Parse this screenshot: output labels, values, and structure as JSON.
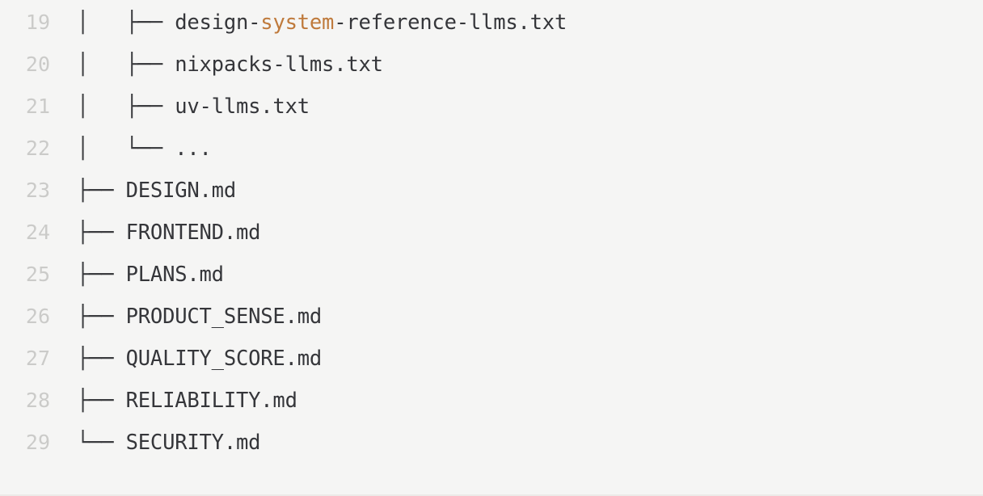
{
  "viewer": {
    "kind": "code-block-tree-listing",
    "background_color": "#f5f5f4",
    "text_color": "#35363a",
    "line_number_color": "#cbcbc9",
    "accent_color": "#bf7a3c",
    "first_line_number": 19,
    "last_line_number": 29,
    "total_visible_lines": 11
  },
  "lines": [
    {
      "number": "19",
      "raw": "│   ├── design-system-reference-llms.txt",
      "tokens": [
        {
          "text": "│   ├── ",
          "style": "tree"
        },
        {
          "text": "design-",
          "style": "plain"
        },
        {
          "text": "system",
          "style": "accent"
        },
        {
          "text": "-reference-llms.txt",
          "style": "plain"
        }
      ]
    },
    {
      "number": "20",
      "raw": "│   ├── nixpacks-llms.txt",
      "tokens": [
        {
          "text": "│   ├── ",
          "style": "tree"
        },
        {
          "text": "nixpacks-llms.txt",
          "style": "plain"
        }
      ]
    },
    {
      "number": "21",
      "raw": "│   ├── uv-llms.txt",
      "tokens": [
        {
          "text": "│   ├── ",
          "style": "tree"
        },
        {
          "text": "uv-llms.txt",
          "style": "plain"
        }
      ]
    },
    {
      "number": "22",
      "raw": "│   └── ...",
      "tokens": [
        {
          "text": "│   └── ",
          "style": "tree"
        },
        {
          "text": "...",
          "style": "plain"
        }
      ]
    },
    {
      "number": "23",
      "raw": "├── DESIGN.md",
      "tokens": [
        {
          "text": "├── ",
          "style": "tree"
        },
        {
          "text": "DESIGN.md",
          "style": "plain"
        }
      ]
    },
    {
      "number": "24",
      "raw": "├── FRONTEND.md",
      "tokens": [
        {
          "text": "├── ",
          "style": "tree"
        },
        {
          "text": "FRONTEND.md",
          "style": "plain"
        }
      ]
    },
    {
      "number": "25",
      "raw": "├── PLANS.md",
      "tokens": [
        {
          "text": "├── ",
          "style": "tree"
        },
        {
          "text": "PLANS.md",
          "style": "plain"
        }
      ]
    },
    {
      "number": "26",
      "raw": "├── PRODUCT_SENSE.md",
      "tokens": [
        {
          "text": "├── ",
          "style": "tree"
        },
        {
          "text": "PRODUCT_SENSE.md",
          "style": "plain"
        }
      ]
    },
    {
      "number": "27",
      "raw": "├── QUALITY_SCORE.md",
      "tokens": [
        {
          "text": "├── ",
          "style": "tree"
        },
        {
          "text": "QUALITY_SCORE.md",
          "style": "plain"
        }
      ]
    },
    {
      "number": "28",
      "raw": "├── RELIABILITY.md",
      "tokens": [
        {
          "text": "├── ",
          "style": "tree"
        },
        {
          "text": "RELIABILITY.md",
          "style": "plain"
        }
      ]
    },
    {
      "number": "29",
      "raw": "└── SECURITY.md",
      "tokens": [
        {
          "text": "└── ",
          "style": "tree"
        },
        {
          "text": "SECURITY.md",
          "style": "plain"
        }
      ]
    }
  ]
}
